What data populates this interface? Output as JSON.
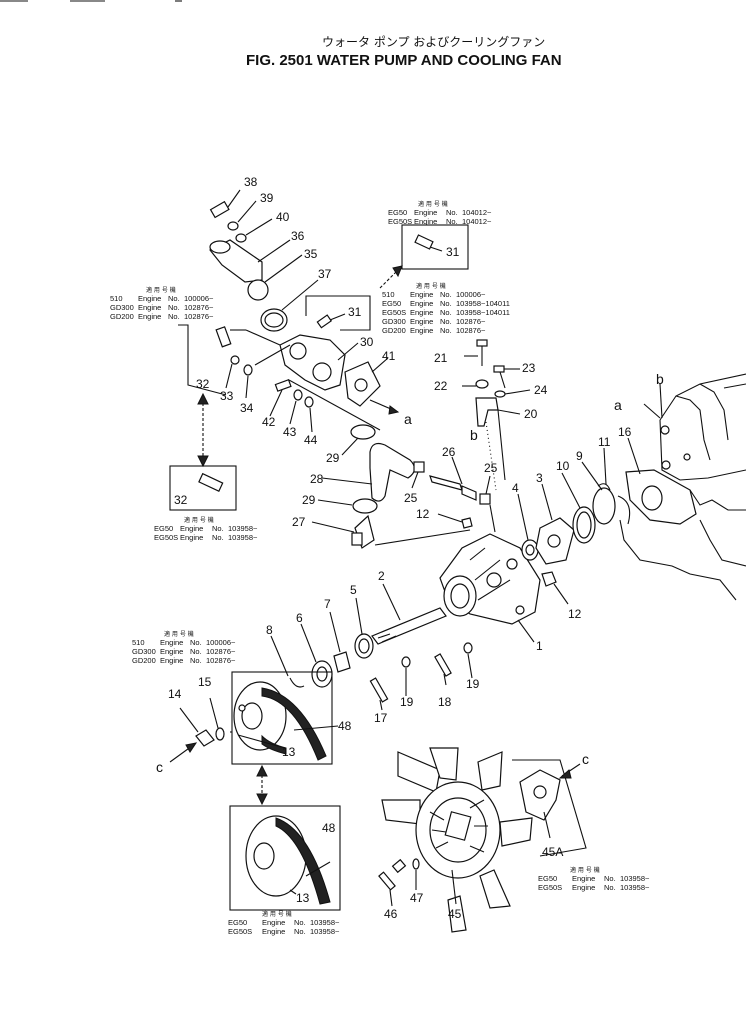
{
  "header": {
    "title_jp": "ウォータ ポンプ およびクーリングファン",
    "title_en": "FIG. 2501  WATER PUMP AND COOLING FAN"
  },
  "part_numbers": [
    "38",
    "39",
    "40",
    "36",
    "35",
    "37",
    "31",
    "31",
    "30",
    "41",
    "32",
    "33",
    "34",
    "42",
    "43",
    "44",
    "29",
    "28",
    "29",
    "27",
    "26",
    "25",
    "25",
    "21",
    "22",
    "23",
    "24",
    "20",
    "12",
    "2",
    "4",
    "3",
    "10",
    "9",
    "11",
    "16",
    "5",
    "7",
    "6",
    "8",
    "12",
    "1",
    "19",
    "19",
    "18",
    "17",
    "14",
    "15",
    "13",
    "48",
    "48",
    "13",
    "45A",
    "46",
    "47",
    "45",
    "32"
  ],
  "letters": [
    "a",
    "a",
    "b",
    "b",
    "c",
    "c"
  ],
  "notes": {
    "n1": {
      "jp": "適 用 号 機",
      "rows": [
        [
          "EG50",
          "Engine",
          "No.",
          "104012~"
        ],
        [
          "EG50S",
          "Engine",
          "No.",
          "104012~"
        ]
      ]
    },
    "n2": {
      "jp": "適 用 号 機",
      "rows": [
        [
          "510",
          "Engine",
          "No.",
          "100006~"
        ],
        [
          "GD300",
          "Engine",
          "No.",
          "102876~"
        ],
        [
          "GD200",
          "Engine",
          "No.",
          "102876~"
        ]
      ]
    },
    "n3": {
      "jp": "適 用 号 機",
      "rows": [
        [
          "510",
          "Engine",
          "No.",
          "100006~"
        ],
        [
          "EG50",
          "Engine",
          "No.",
          "103958~104011"
        ],
        [
          "EG50S",
          "Engine",
          "No.",
          "103958~104011"
        ],
        [
          "GD300",
          "Engine",
          "No.",
          "102876~"
        ],
        [
          "GD200",
          "Engine",
          "No.",
          "102876~"
        ]
      ]
    },
    "n4": {
      "jp": "適 用 号 機",
      "rows": [
        [
          "EG50",
          "Engine",
          "No.",
          "103958~"
        ],
        [
          "EG50S",
          "Engine",
          "No.",
          "103958~"
        ]
      ]
    },
    "n5": {
      "jp": "適 用 号 機",
      "rows": [
        [
          "510",
          "Engine",
          "No.",
          "100006~"
        ],
        [
          "GD300",
          "Engine",
          "No.",
          "102876~"
        ],
        [
          "GD200",
          "Engine",
          "No.",
          "102876~"
        ]
      ]
    },
    "n6": {
      "jp": "適 用 号 機",
      "rows": [
        [
          "EG50",
          "Engine",
          "No.",
          "103958~"
        ],
        [
          "EG50S",
          "Engine",
          "No.",
          "103958~"
        ]
      ]
    },
    "n7": {
      "jp": "適 用 号 機",
      "rows": [
        [
          "EG50",
          "Engine",
          "No.",
          "103958~"
        ],
        [
          "EG50S",
          "Engine",
          "No.",
          "103958~"
        ]
      ]
    }
  }
}
